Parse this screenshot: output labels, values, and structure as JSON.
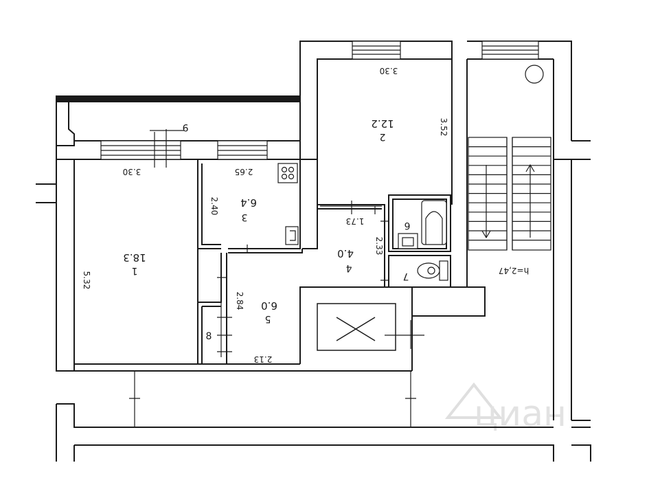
{
  "rooms": [
    {
      "id": "1",
      "area": "18.3"
    },
    {
      "id": "2",
      "area": "12.2"
    },
    {
      "id": "3",
      "area": "6.4"
    },
    {
      "id": "4",
      "area": "4.0"
    },
    {
      "id": "5",
      "area": "6.0"
    },
    {
      "id": "6",
      "area": ""
    },
    {
      "id": "7",
      "area": ""
    },
    {
      "id": "8",
      "area": ""
    },
    {
      "id": "9",
      "area": ""
    }
  ],
  "dimensions": {
    "room1_top": "3.30",
    "room1_left": "5.32",
    "room2_top": "3.30",
    "room2_right": "3.52",
    "room3_top": "2.65",
    "room3_left": "2.40",
    "room4_top": "1.73",
    "room4_right": "2.33",
    "room5_left": "2.84",
    "room5_bottom": "2.13"
  },
  "stair_height": "h=2,47",
  "watermark": "циан",
  "icon_names": [
    "stove-icon",
    "sink-icon",
    "bathtub-icon",
    "washbasin-icon",
    "toilet-icon",
    "riser-pipe-icon",
    "stair-arrow-icon",
    "cian-logo-icon"
  ]
}
